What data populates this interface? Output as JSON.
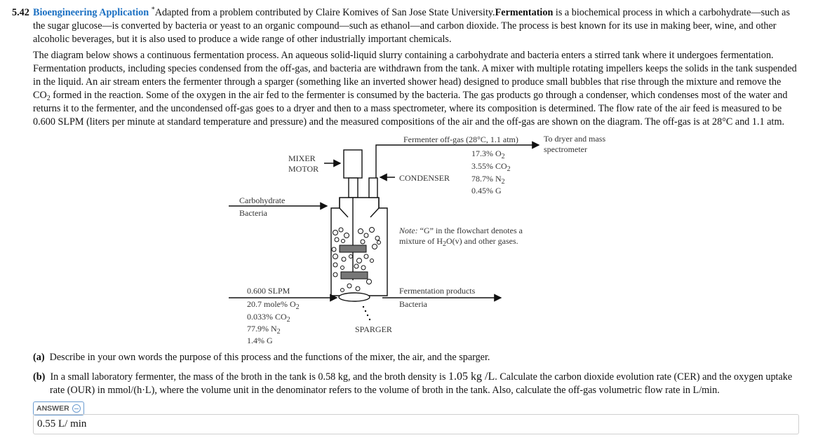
{
  "problem": {
    "number": "5.42",
    "category": "Bioengineering Application",
    "marker": "*",
    "intro_attrib": "Adapted from a problem contributed by Claire Komives of San Jose State University.",
    "intro_term": "Fermentation",
    "intro_rest": " is a biochemical process in which a carbohydrate—such as the sugar glucose—is converted by bacteria or yeast to an organic compound—such as ethanol—and carbon dioxide. The process is best known for its use in making beer, wine, and other alcoholic beverages, but it is also used to produce a wide range of other industrially important chemicals.",
    "desc_part1": "The diagram below shows a continuous fermentation process. An aqueous solid-liquid slurry containing a carbohydrate and bacteria enters a stirred tank where it undergoes fermentation. Fermentation products, including species condensed from the off-gas, and bacteria are withdrawn from the tank. A mixer with multiple rotating impellers keeps the solids in the tank suspended in the liquid. An air stream enters the fermenter through a sparger (something like an inverted shower head) designed to produce small bubbles that rise through the mixture and remove the CO",
    "desc_sub": "2",
    "desc_part2": " formed in the reaction. Some of the oxygen in the air fed to the fermenter is consumed by the bacteria. The gas products go through a condenser, which condenses most of the water and returns it to the fermenter, and the uncondensed off-gas goes to a dryer and then to a mass spectrometer, where its composition is determined. The flow rate of the air feed is measured to be 0.600 SLPM (liters per minute at standard temperature and pressure) and the measured compositions of the air and the off-gas are shown on the diagram. The off-gas is at 28°C and 1.1 atm."
  },
  "diagram": {
    "offgas_label": "Fermenter off-gas (28°C, 1.1 atm)",
    "dryer_label_1": "To dryer and mass",
    "dryer_label_2": "spectrometer",
    "offgas_comp": [
      {
        "text": "17.3% O",
        "sub": "2"
      },
      {
        "text": "3.55% CO",
        "sub": "2"
      },
      {
        "text": "78.7% N",
        "sub": "2"
      },
      {
        "text": "0.45% G",
        "sub": ""
      }
    ],
    "mixer_1": "MIXER",
    "mixer_2": "MOTOR",
    "condenser": "CONDENSER",
    "carb_1": "Carbohydrate",
    "carb_2": "Bacteria",
    "note_1": "Note:",
    "note_2": " “G” in the flowchart denotes a",
    "note_3": "mixture of H",
    "note_3_sub": "2",
    "note_4": "O(v) and other gases.",
    "air_comp": [
      {
        "text": "0.600 SLPM",
        "sub": ""
      },
      {
        "text": "20.7 mole% O",
        "sub": "2"
      },
      {
        "text": "0.033% CO",
        "sub": "2"
      },
      {
        "text": "77.9% N",
        "sub": "2"
      },
      {
        "text": "1.4% G",
        "sub": ""
      }
    ],
    "products_1": "Fermentation products",
    "products_2": "Bacteria",
    "sparger": "SPARGER"
  },
  "questions": {
    "a_label": "(a)",
    "a_text": "Describe in your own words the purpose of this process and the functions of the mixer, the air, and the sparger.",
    "b_label": "(b)",
    "b_text1": "In a small laboratory fermenter, the mass of the broth in the tank is 0.58 kg, and the broth density is ",
    "b_density": "1.05  kg /L",
    "b_text2": ". Calculate the carbon dioxide evolution rate (CER) and the oxygen uptake rate (OUR) in mmol/(h·L), where the volume unit in the denominator refers to the volume of broth in the tank. Also, calculate the off-gas volumetric flow rate in L/min."
  },
  "answer": {
    "tag": "ANSWER",
    "value": "0.55 L/ min"
  }
}
